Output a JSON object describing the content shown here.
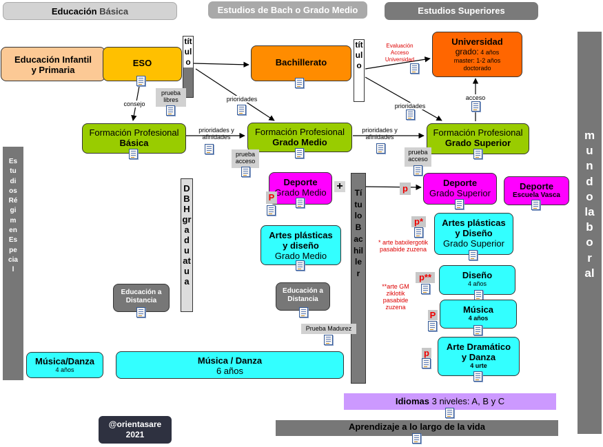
{
  "headers": {
    "basica_bold": "Educación",
    "basica_rest": " Básica",
    "bach": "Estudios de Bach o Grado Medio",
    "superiores": "Estudios Superiores"
  },
  "infantil": "Educación Infantil y Primaria",
  "eso": "ESO",
  "titulo_eso": "título",
  "bachillerato": "Bachillerato",
  "titulo_bach": "título",
  "universidad": {
    "title": "Universidad",
    "line1": "grado:",
    "line1b": " 4 años",
    "line2": "master: 1-2 años",
    "line3": "doctorado"
  },
  "evaluacion": "Evaluación Acceso Universidad",
  "consejo": "consejo",
  "prueba_libres": "prueba libres",
  "prioridades_eso": "prioridades",
  "prioridades_bach": "prioridades",
  "acceso": "acceso",
  "fp_basica": {
    "line1": "Formación Profesional",
    "line2": "Básica"
  },
  "fp_medio": {
    "line1": "Formación Profesional",
    "line2": "Grado Medio"
  },
  "fp_superior": {
    "line1": "Formación Profesional",
    "line2": "Grado Superior"
  },
  "prio_afin_1": "prioridades y afinidades",
  "prio_afin_2": "prioridades y afinidades",
  "prueba_acceso_1": "prueba acceso",
  "prueba_acceso_2": "prueba acceso",
  "estudios_regimen": "Estudios Régimen Especial",
  "dbh": "DBH graduatua",
  "deporte_gm": {
    "line1": "Deporte",
    "line2": "Grado Medio"
  },
  "plus": "+",
  "p_red": "P",
  "p_red2": "p",
  "titulo_bachiller": "Título Bachiller",
  "deporte_gs": {
    "line1": "Deporte",
    "line2": "Grado Superior"
  },
  "deporte_ev": {
    "line1": "Deporte",
    "line2": "Escuela Vasca"
  },
  "p_star": "p*",
  "artes_gs": {
    "line1": "Artes plásticas",
    "line2": "y Diseño",
    "line3": "Grado Superior"
  },
  "note_star": "* arte batxilergotik pasabide zuzena",
  "artes_gm": {
    "line1": "Artes plásticas",
    "line2": "y diseño",
    "line3": "Grado Medio"
  },
  "p_2star": "p**",
  "diseno": {
    "line1": "Diseño",
    "line2": "4 años"
  },
  "note_2star": "**arte GM ziklotik pasabide zuzena",
  "p_musica": "P",
  "musica": {
    "line1": "Música",
    "line2": "4 años"
  },
  "p_arte": "p",
  "arte_dram": {
    "line1": "Arte Dramático",
    "line2": "y Danza",
    "line3": "4 urte"
  },
  "edu_distancia_1": "Educación a Distancia",
  "edu_distancia_2": "Educación a Distancia",
  "prueba_madurez": "Prueba Madurez",
  "musica_danza_small": {
    "line1": "Música/Danza",
    "line2": "4 años"
  },
  "musica_danza_big": {
    "line1": "Música / Danza",
    "line2": "6 años"
  },
  "idiomas": {
    "bold": "Idiomas",
    "rest": " 3 niveles: A, B y C"
  },
  "aprendizaje": "Aprendizaje a lo largo de la vida",
  "mundo_laboral": "mundo laboral",
  "credit": {
    "line1": "@orientasare",
    "line2": "2021"
  },
  "colors": {
    "peach": "#fcc995",
    "yellow": "#ffc000",
    "orange": "#ff8c00",
    "uni": "#ff6600",
    "green": "#99cc00",
    "magenta": "#ff00ff",
    "cyan": "#33ffff",
    "gray": "#777777",
    "lavender": "#cc99ff",
    "navy": "#2e3140"
  }
}
